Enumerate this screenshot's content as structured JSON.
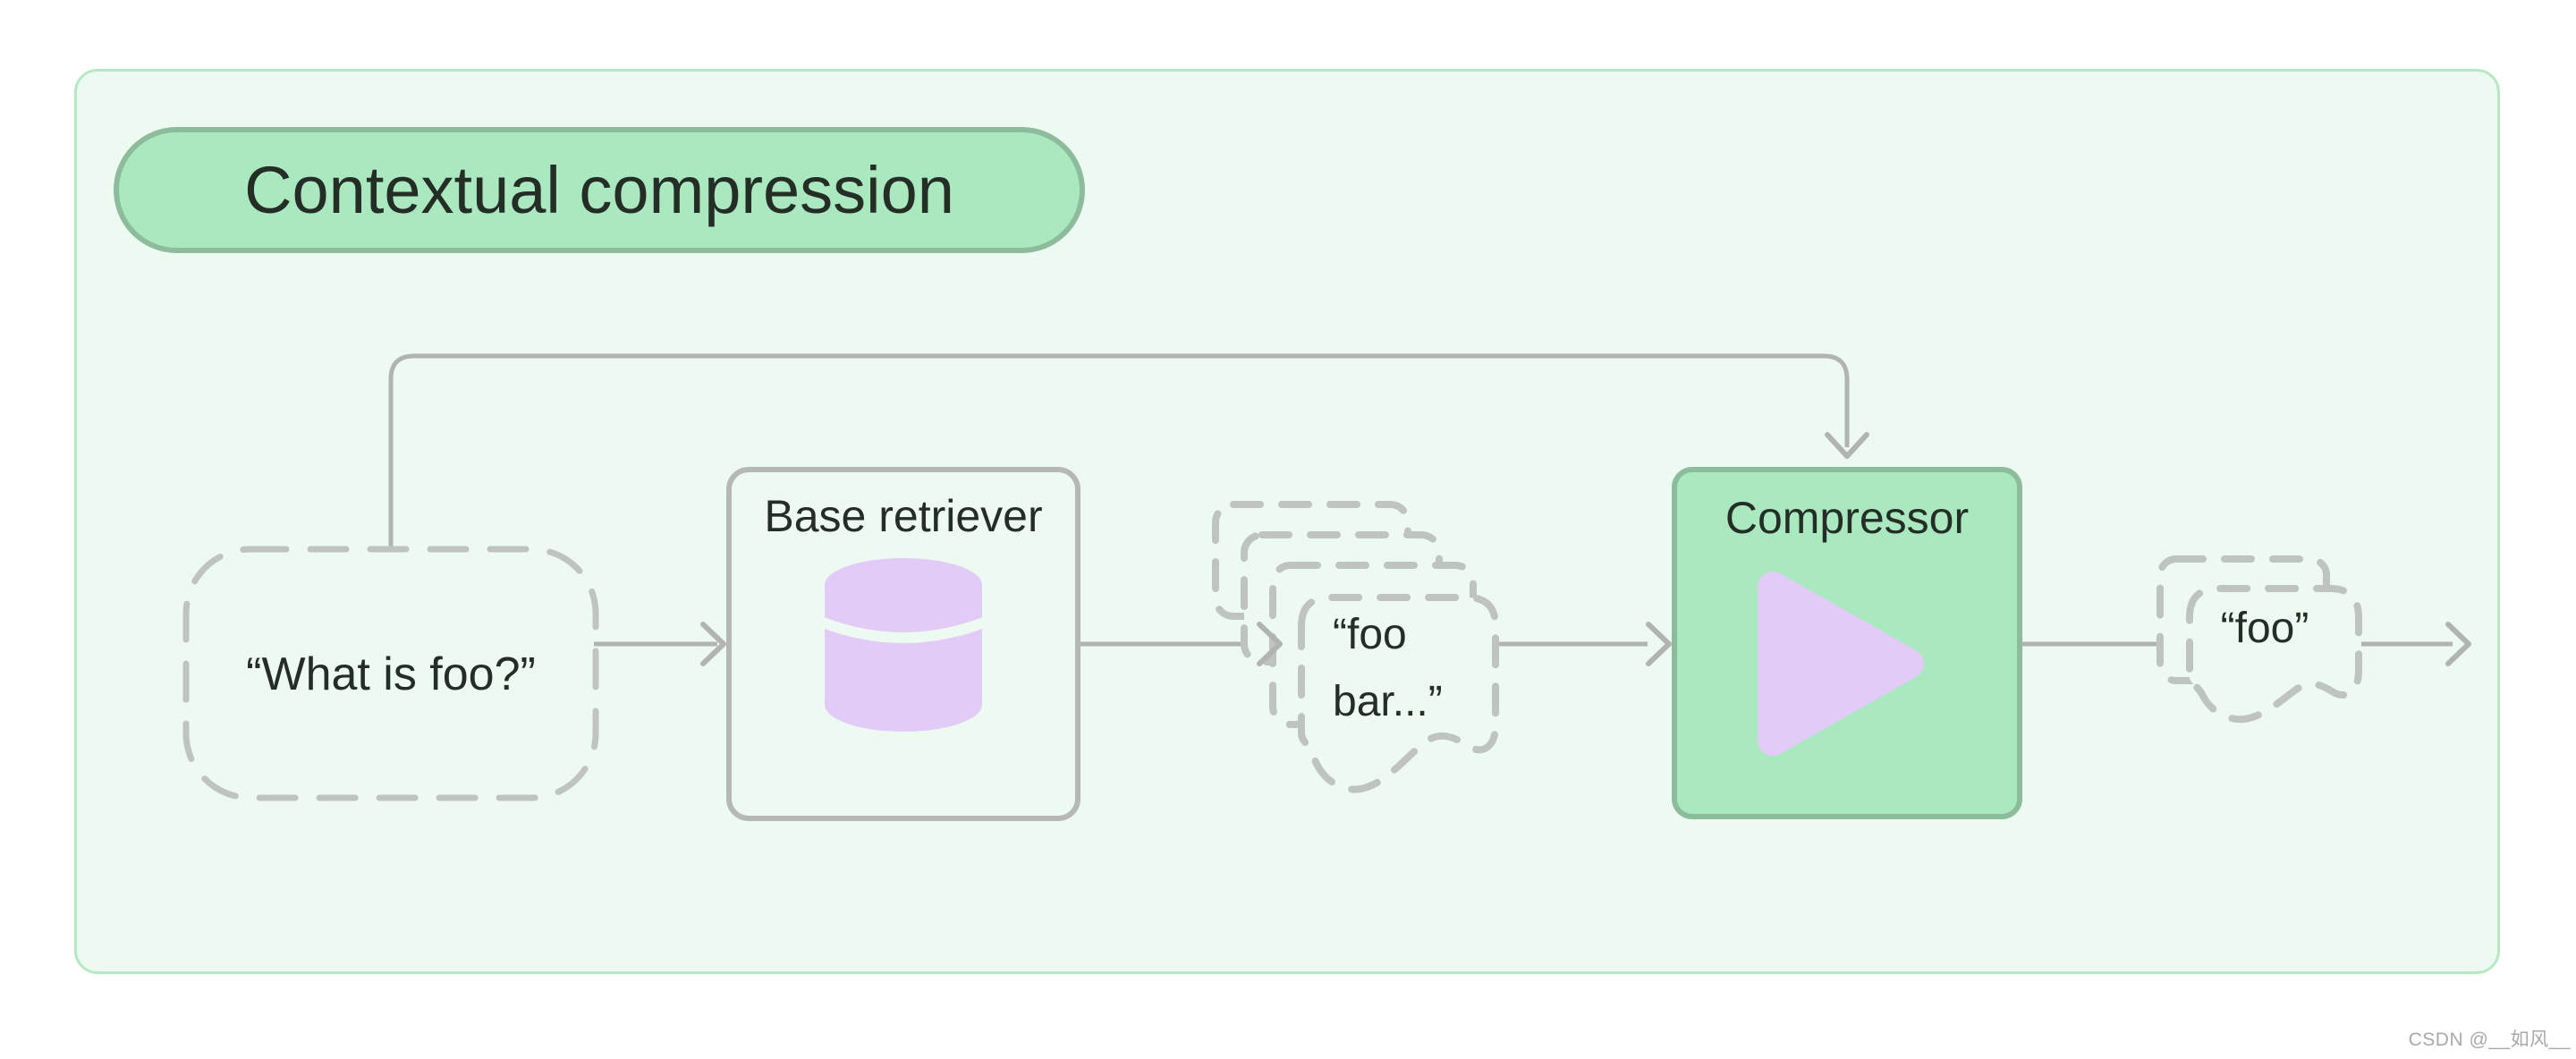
{
  "badge": {
    "label": "Contextual compression"
  },
  "nodes": {
    "query": {
      "label": "“What is foo?”"
    },
    "retriever": {
      "label": "Base retriever"
    },
    "docs": {
      "line1": "“foo",
      "line2": "bar...”"
    },
    "compressor": {
      "label": "Compressor"
    },
    "output_doc": {
      "label": "“foo”"
    }
  },
  "watermark": "CSDN @__如风__",
  "colors": {
    "page-bg": "#ffffff",
    "panel-bg": "#edfaf1",
    "panel-border": "#b6e9c3",
    "green-fill": "#aae8c0",
    "green-border": "#8dbc9c",
    "purple": "#e2cbf7",
    "line": "#b2b4b1",
    "dash": "#c0c4c0",
    "box-border": "#b6b8b5",
    "ink": "#242d26",
    "watermark": "#a9a9a9"
  }
}
